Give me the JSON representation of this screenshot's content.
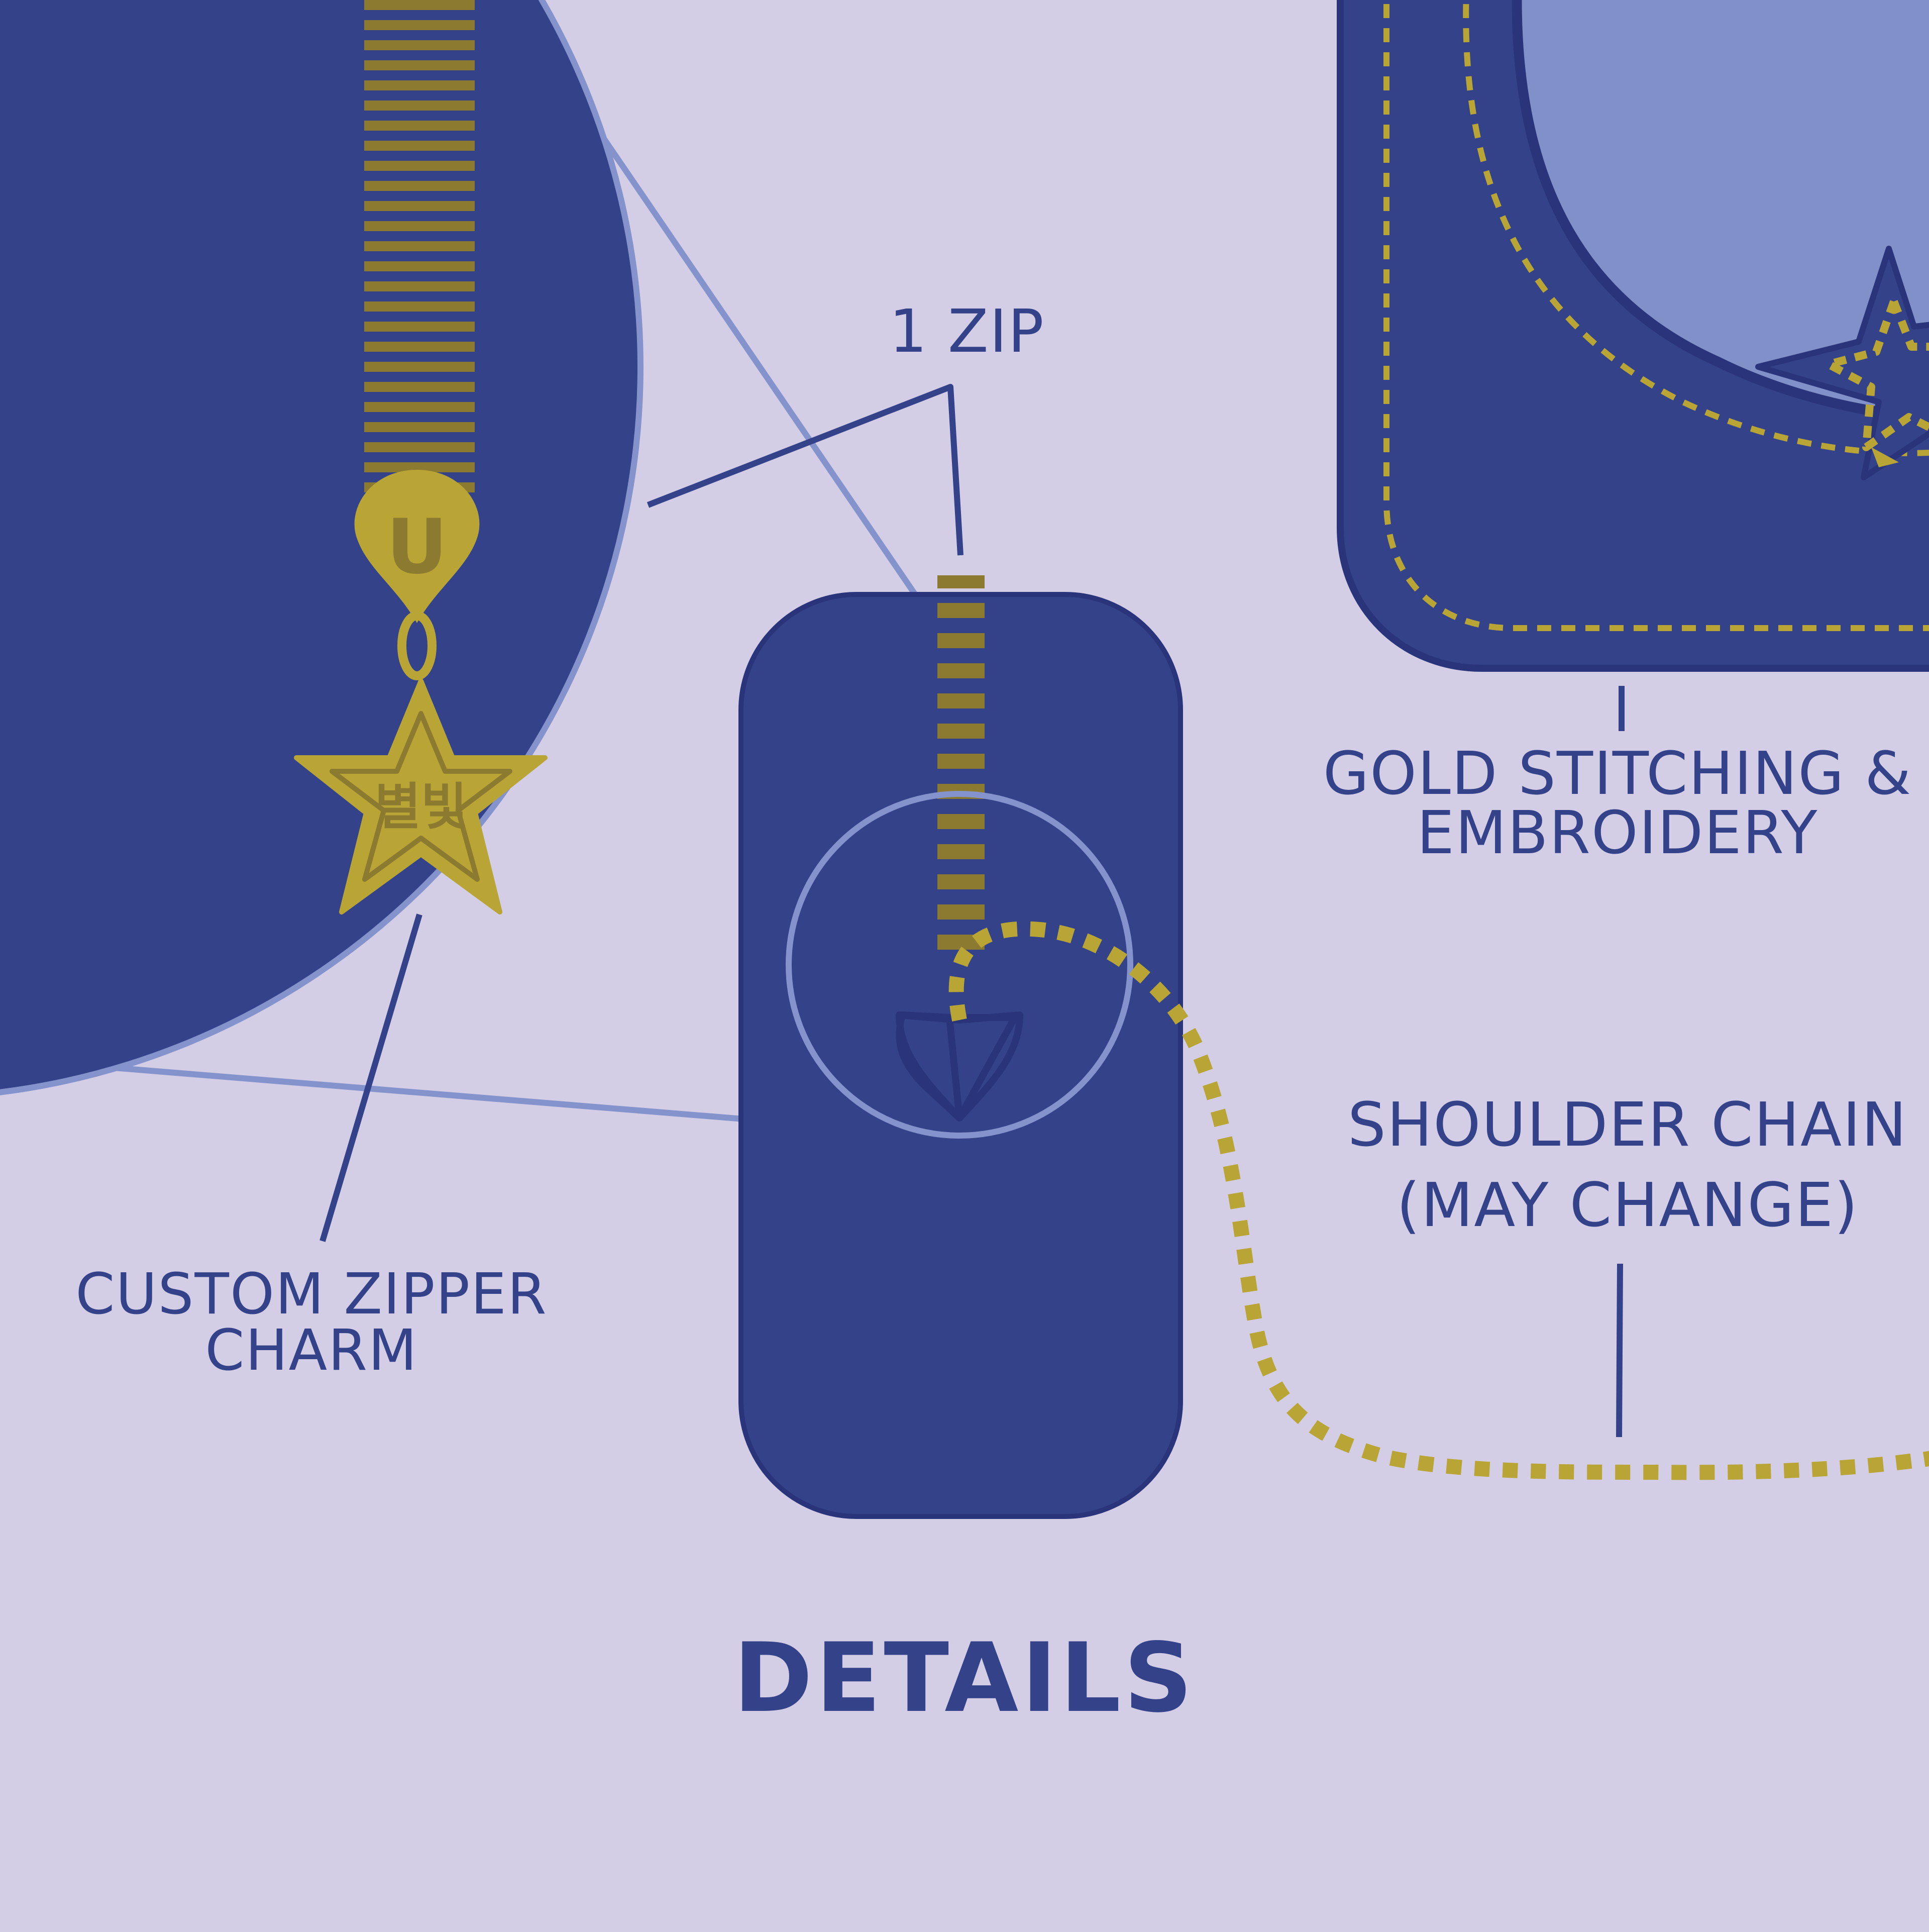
{
  "labels": {
    "zip": "1 zip",
    "charm_line1": "Custom zipper",
    "charm_line2": "charm",
    "gold_line1": "Gold stitching &",
    "gold_line2": "embroidery",
    "chain_line1": "Shoulder chain",
    "chain_line2": "(may change)",
    "title": "Details"
  },
  "charm": {
    "pull_letter": "U",
    "star_text": "별빛"
  },
  "colors": {
    "background": "#d3cee6",
    "navy": "#34428a",
    "navy_dark": "#2a347a",
    "gold": "#b8a535",
    "gold_dark": "#8c7a30",
    "light_blue": "#8190c8",
    "lens_outline": "#8593cc"
  }
}
